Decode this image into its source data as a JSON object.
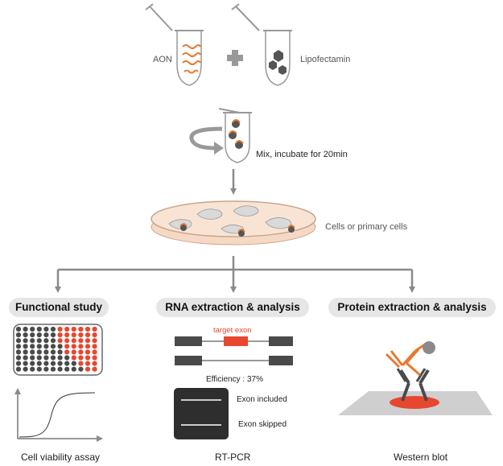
{
  "top": {
    "aon_label": "AON",
    "lipo_label": "Lipofectamin",
    "mix_label": "Mix, incubate for 20min",
    "cells_label": "Cells or primary cells"
  },
  "branches": {
    "functional": {
      "title": "Functional study",
      "caption": "Cell viability assay"
    },
    "rna": {
      "title": "RNA extraction & analysis",
      "target_exon": "target exon",
      "efficiency": "Efficiency : 37%",
      "exon_included": "Exon included",
      "exon_skipped": "Exon skipped",
      "caption": "RT-PCR"
    },
    "protein": {
      "title": "Protein extraction & analysis",
      "caption": "Western blot"
    }
  },
  "colors": {
    "accent_orange": "#e8792f",
    "accent_red": "#e8472f",
    "dark_gray": "#4a4a4a",
    "arrow_gray": "#8a8a8a"
  }
}
